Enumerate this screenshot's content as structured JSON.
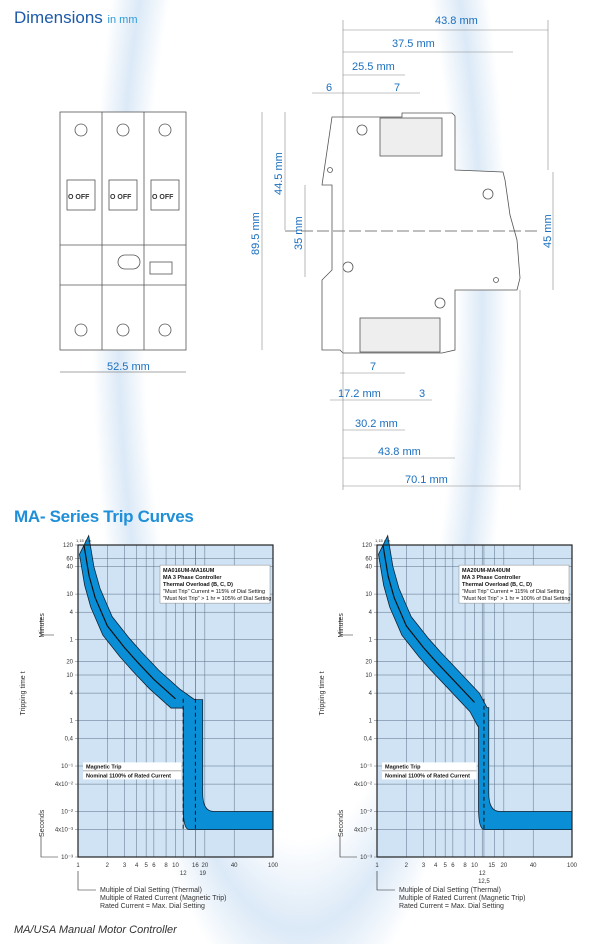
{
  "header": {
    "title": "Dimensions",
    "unit": "in mm"
  },
  "front_view": {
    "off_labels": [
      "O OFF",
      "O OFF",
      "O OFF"
    ],
    "width_dim": "52.5 mm"
  },
  "side_view": {
    "top_dims": [
      "43.8 mm",
      "37.5 mm",
      "25.5 mm",
      "6",
      "7"
    ],
    "left_dims": [
      "89.5 mm",
      "44.5 mm",
      "35 mm"
    ],
    "right_dim": "45 mm",
    "bottom_dims": [
      "7",
      "17.2 mm",
      "3",
      "30.2 mm",
      "43.8 mm",
      "70.1 mm"
    ]
  },
  "section_title": "MA- Series Trip Curves",
  "footer": "MA/USA Manual Motor Controller",
  "colors": {
    "title": "#1d5aa8",
    "accent": "#1e8fd8",
    "band": "#0a8fd6",
    "plot_bg": "#cfe3f5"
  },
  "chart_data": [
    {
      "type": "line",
      "title": "MA016UM-MA16UM",
      "info": [
        "MA016UM-MA16UM",
        "MA 3 Phase Controller",
        "Thermal Overload (B, C, D)",
        "\"Must Trip\" Current = 115% of Dial Setting",
        "\"Must Not Trip\" > 1 hr = 105% of Dial Setting"
      ],
      "magnetic": [
        "Magnetic Trip",
        "Nominal 1100% of Rated Current"
      ],
      "start_label": "1,15 x In",
      "ylabel": "Tripping time t",
      "y_units": [
        "Minutes",
        "Seconds"
      ],
      "y_ticks_minutes": [
        "120",
        "60",
        "40",
        "10",
        "4",
        "1"
      ],
      "y_ticks_seconds": [
        "20",
        "10",
        "4",
        "1",
        "0,4",
        "10⁻¹",
        "4x10⁻²",
        "10⁻²",
        "4x10⁻³",
        "10⁻³"
      ],
      "x_ticks": [
        "1",
        "2",
        "3",
        "4",
        "5",
        "6",
        "8",
        "10",
        "12",
        "16",
        "19",
        "20",
        "40",
        "100"
      ],
      "xlabel": [
        "Multiple of Dial Setting (Thermal)",
        "Multiple of Rated Current (Magnetic Trip)",
        "Rated Current = Max. Dial Setting"
      ],
      "xlim": [
        1,
        100
      ],
      "ylim_seconds": [
        0.001,
        7200
      ],
      "magnetic_band": [
        12,
        19
      ],
      "dashed": [
        12,
        16
      ],
      "instant_band_seconds": [
        0.004,
        0.01
      ],
      "thermal_center": [
        [
          1.15,
          7200
        ],
        [
          1.3,
          1500
        ],
        [
          1.5,
          500
        ],
        [
          2,
          120
        ],
        [
          3,
          40
        ],
        [
          4,
          20
        ],
        [
          6,
          8
        ],
        [
          10,
          3
        ],
        [
          14,
          1.8
        ]
      ]
    },
    {
      "type": "line",
      "title": "MA20UM-MA40UM",
      "info": [
        "MA20UM-MA40UM",
        "MA 3 Phase Controller",
        "Thermal Overload (B, C, D)",
        "\"Must Trip\" Current = 115% of Dial Setting",
        "\"Must Not Trip\" > 1 hr = 100% of Dial Setting"
      ],
      "magnetic": [
        "Magnetic Trip",
        "Nominal 1100% of Rated Current"
      ],
      "start_label": "1,15 x In",
      "ylabel": "Tripping time t",
      "y_units": [
        "Minutes",
        "Seconds"
      ],
      "y_ticks_minutes": [
        "120",
        "60",
        "40",
        "10",
        "4",
        "1"
      ],
      "y_ticks_seconds": [
        "20",
        "10",
        "4",
        "1",
        "0,4",
        "10⁻¹",
        "4x10⁻²",
        "10⁻²",
        "4x10⁻³",
        "10⁻³"
      ],
      "x_ticks": [
        "1",
        "2",
        "3",
        "4",
        "5",
        "6",
        "8",
        "10",
        "12",
        "12,5",
        "15",
        "20",
        "40",
        "100"
      ],
      "xlabel": [
        "Multiple of Dial Setting (Thermal)",
        "Multiple of Rated Current (Magnetic Trip)",
        "Rated Current = Max. Dial Setting"
      ],
      "xlim": [
        1,
        100
      ],
      "ylim_seconds": [
        0.001,
        7200
      ],
      "magnetic_band": [
        11,
        14
      ],
      "dashed": [
        12.5
      ],
      "instant_band_seconds": [
        0.004,
        0.01
      ],
      "thermal_center": [
        [
          1.15,
          7200
        ],
        [
          1.3,
          1500
        ],
        [
          1.5,
          500
        ],
        [
          2,
          120
        ],
        [
          3,
          40
        ],
        [
          4,
          20
        ],
        [
          6,
          8
        ],
        [
          10,
          2.5
        ],
        [
          12,
          1.2
        ]
      ]
    }
  ]
}
